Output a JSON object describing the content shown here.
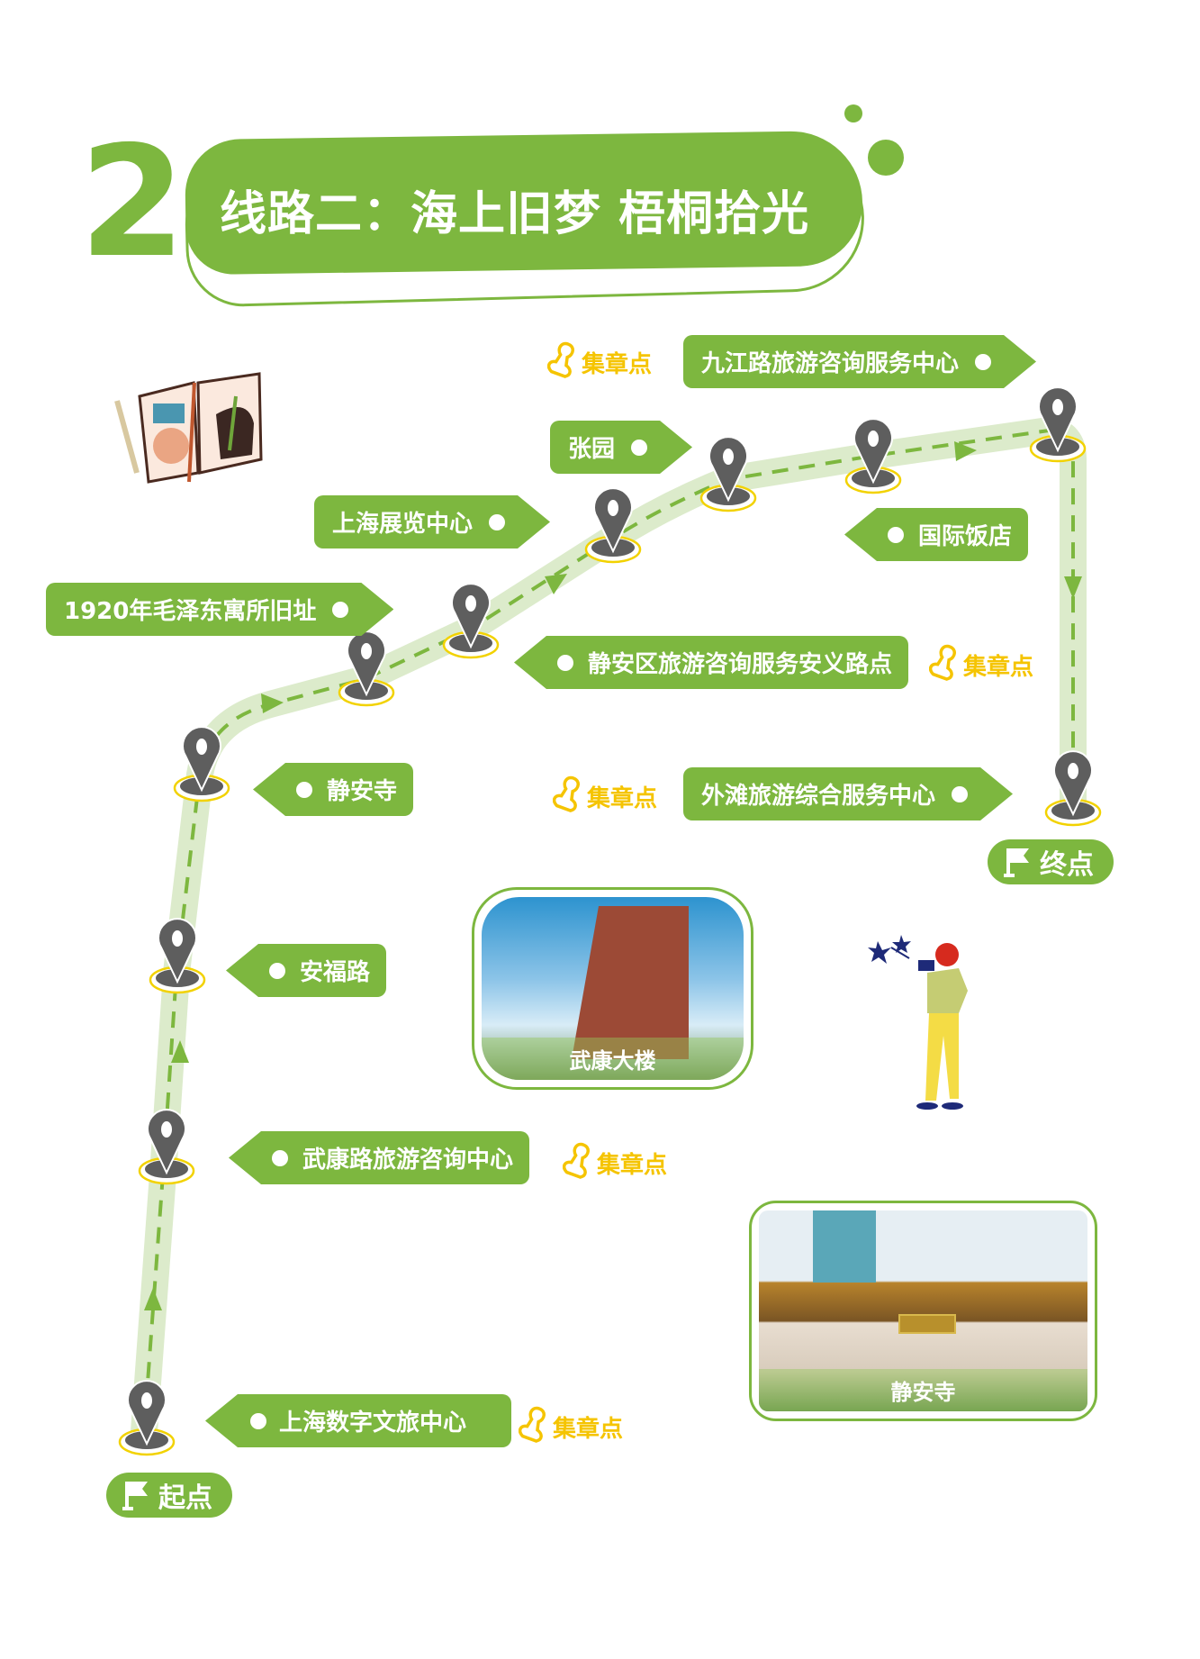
{
  "header": {
    "route_number": "2",
    "title": "线路二：海上旧梦 梧桐拾光"
  },
  "stamp_label": "集章点",
  "stops": [
    {
      "name": "上海数字文旅中心",
      "stamp": true
    },
    {
      "name": "武康路旅游咨询中心",
      "stamp": true
    },
    {
      "name": "安福路",
      "stamp": false
    },
    {
      "name": "静安寺",
      "stamp": false
    },
    {
      "name": "1920年毛泽东寓所旧址",
      "stamp": false
    },
    {
      "name": "静安区旅游咨询服务安义路点",
      "stamp": true
    },
    {
      "name": "上海展览中心",
      "stamp": false
    },
    {
      "name": "张园",
      "stamp": false
    },
    {
      "name": "国际饭店",
      "stamp": false
    },
    {
      "name": "九江路旅游咨询服务中心",
      "stamp": true
    },
    {
      "name": "外滩旅游综合服务中心",
      "stamp": true
    }
  ],
  "start_label": "起点",
  "end_label": "终点",
  "photos": [
    {
      "caption": "武康大楼"
    },
    {
      "caption": "静安寺"
    }
  ],
  "colors": {
    "brand_green": "#7db73f",
    "route_light": "#dcebcb",
    "pin": "#5e5e5e",
    "stamp_yellow": "#f5c400"
  }
}
